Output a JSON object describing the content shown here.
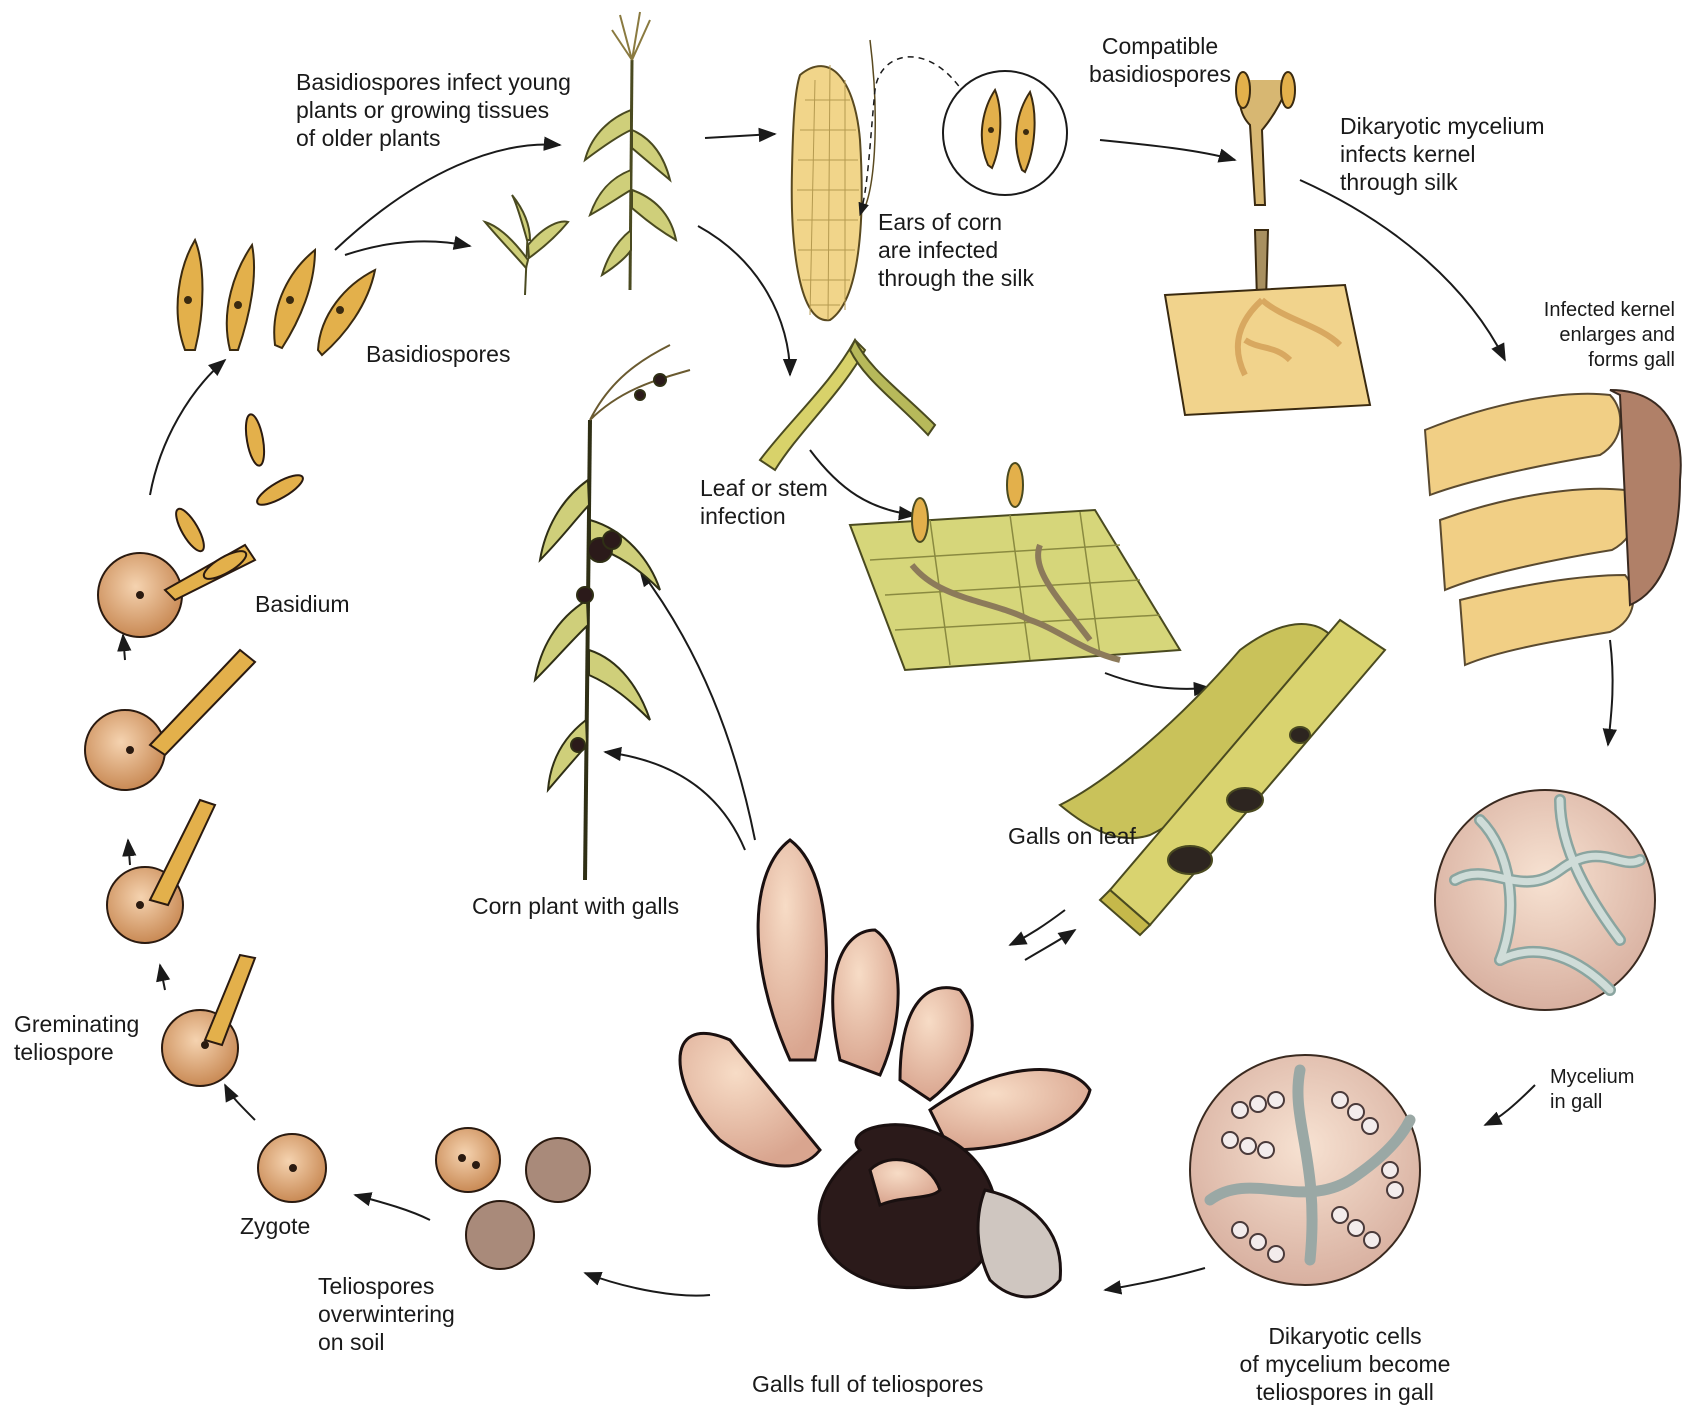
{
  "labels": {
    "basidiospores_infect": "Basidiospores infect young\nplants or growing tissues\nof older plants",
    "compatible_basidiospores": "Compatible\nbasidiospores",
    "dikaryotic_mycelium_infects": "Dikaryotic mycelium\ninfects kernel\nthrough silk",
    "ears_of_corn": "Ears of corn\nare infected\nthrough the silk",
    "infected_kernel": "Infected kernel\nenlarges and\nforms gall",
    "basidiospores": "Basidiospores",
    "leaf_or_stem": "Leaf or stem\ninfection",
    "basidium": "Basidium",
    "galls_on_leaf": "Galls on leaf",
    "corn_plant_with_galls": "Corn plant with galls",
    "mycelium_in_gall": "Mycelium\nin gall",
    "germinating_teliospore": "Greminating\nteliospore",
    "zygote": "Zygote",
    "teliospores_overwintering": "Teliospores\noverwintering\non soil",
    "dikaryotic_cells": "Dikaryotic cells\nof mycelium become\nteliospores in gall",
    "galls_full": "Galls full of teliospores"
  },
  "colors": {
    "spore_yellow": "#e3b04b",
    "spore_outline": "#3a2a10",
    "teliospore": "#d9a070",
    "gall_pink": "#ebc3a6",
    "gall_dark": "#2b1a1a",
    "leaf_yellow": "#d8d26a",
    "leaf_green": "#b7b95a",
    "micro_bg": "#efd2c2",
    "hypha": "#c9d6d2",
    "arrow": "#1a1a1a"
  }
}
